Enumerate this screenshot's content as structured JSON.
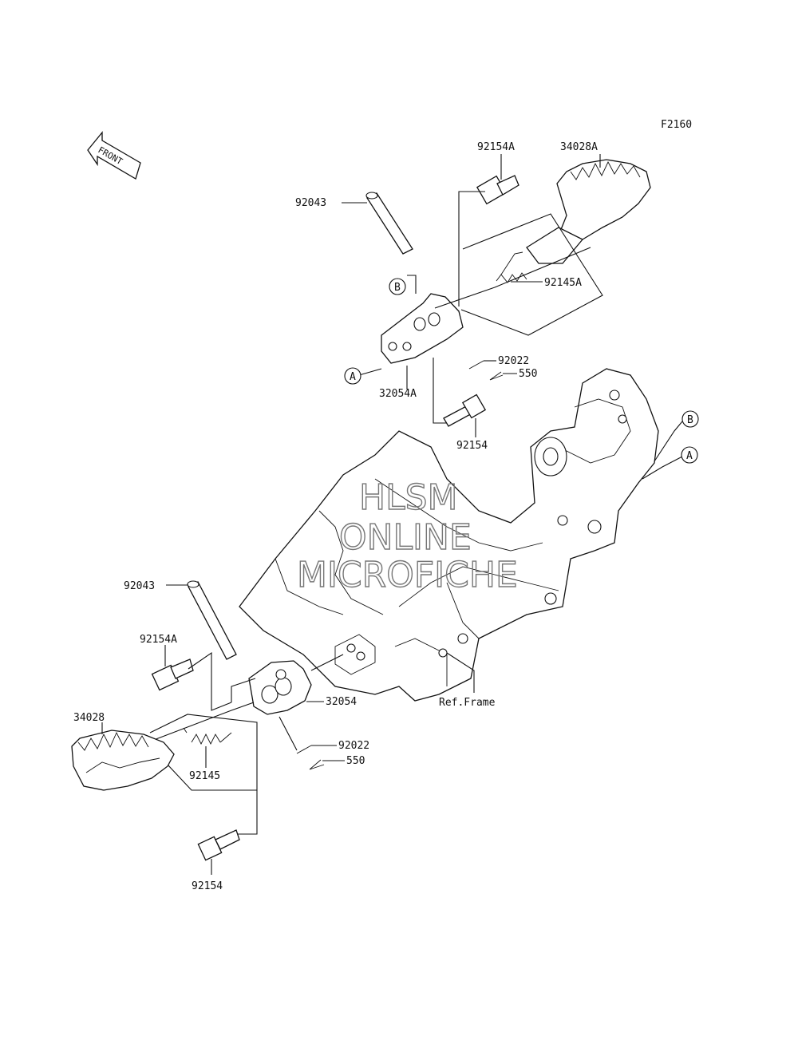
{
  "figure_code": "F2160",
  "front_arrow_label": "FRONT",
  "watermark": [
    "HLSM",
    "ONLINE",
    "MICROFICHE"
  ],
  "callouts": {
    "upper": {
      "pin": "92043",
      "bolt_a": "92154A",
      "footpeg": "34028A",
      "spring": "92145A",
      "washer": "92022",
      "cotter": "550",
      "bracket": "32054A",
      "bolt": "92154",
      "ref_a": "A",
      "ref_b": "B"
    },
    "frame_refs": {
      "a": "A",
      "b": "B"
    },
    "lower": {
      "pin": "92043",
      "bolt_a": "92154A",
      "footpeg": "34028",
      "spring": "92145",
      "washer": "92022",
      "cotter": "550",
      "bracket": "32054",
      "bolt": "92154"
    },
    "frame": "Ref.Frame"
  }
}
